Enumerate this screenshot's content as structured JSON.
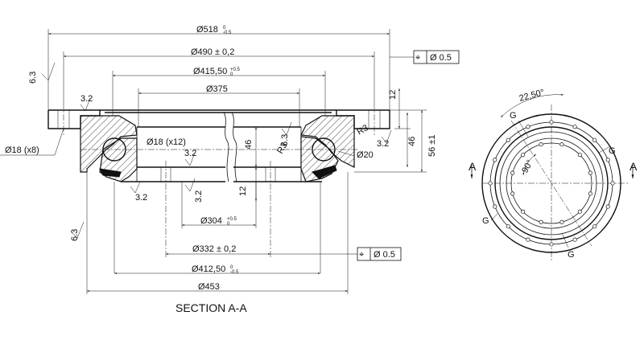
{
  "section": {
    "title": "SECTION A-A",
    "dims": {
      "d518": "Ø518",
      "d518_tol_upper": "0",
      "d518_tol_lower": "-0.5",
      "d490": "Ø490 ± 0,2",
      "d415": "Ø415,50",
      "d415_tol_upper": "+0.5",
      "d415_tol_lower": "0",
      "d375": "Ø375",
      "d304": "Ø304",
      "d304_tol_upper": "+0.5",
      "d304_tol_lower": "0",
      "d332": "Ø332 ± 0,2",
      "d412": "Ø412,50",
      "d412_tol_upper": "0",
      "d412_tol_lower": "-0.5",
      "d453": "Ø453",
      "d18x8": "Ø18 (x8)",
      "d18x12": "Ø18 (x12)",
      "d20": "Ø20",
      "h12_top": "12",
      "h46_right": "46",
      "h56": "56 ±1",
      "h46_center": "46",
      "h12_bottom": "12",
      "r3_a": "R3",
      "r3_b": "R3",
      "rough_3_2_a": "3.2",
      "rough_3_2_b": "3.2",
      "rough_3_2_c": "3.2",
      "rough_3_2_d": "3.2",
      "rough_3_2_e": "3.2",
      "rough_6_3_a": "6.3",
      "rough_6_3_b": "6.3",
      "rough_6_3_c": "6.3"
    },
    "tolerance_frames": [
      {
        "symbol": "⌖",
        "value": "Ø 0.5"
      },
      {
        "symbol": "⌖",
        "value": "Ø 0.5"
      }
    ]
  },
  "plan_view": {
    "angle_top": "22,50°",
    "angle_inner": "90°",
    "labels": [
      "G",
      "G",
      "G",
      "G"
    ],
    "arrow_left": "A",
    "arrow_right": "A"
  }
}
